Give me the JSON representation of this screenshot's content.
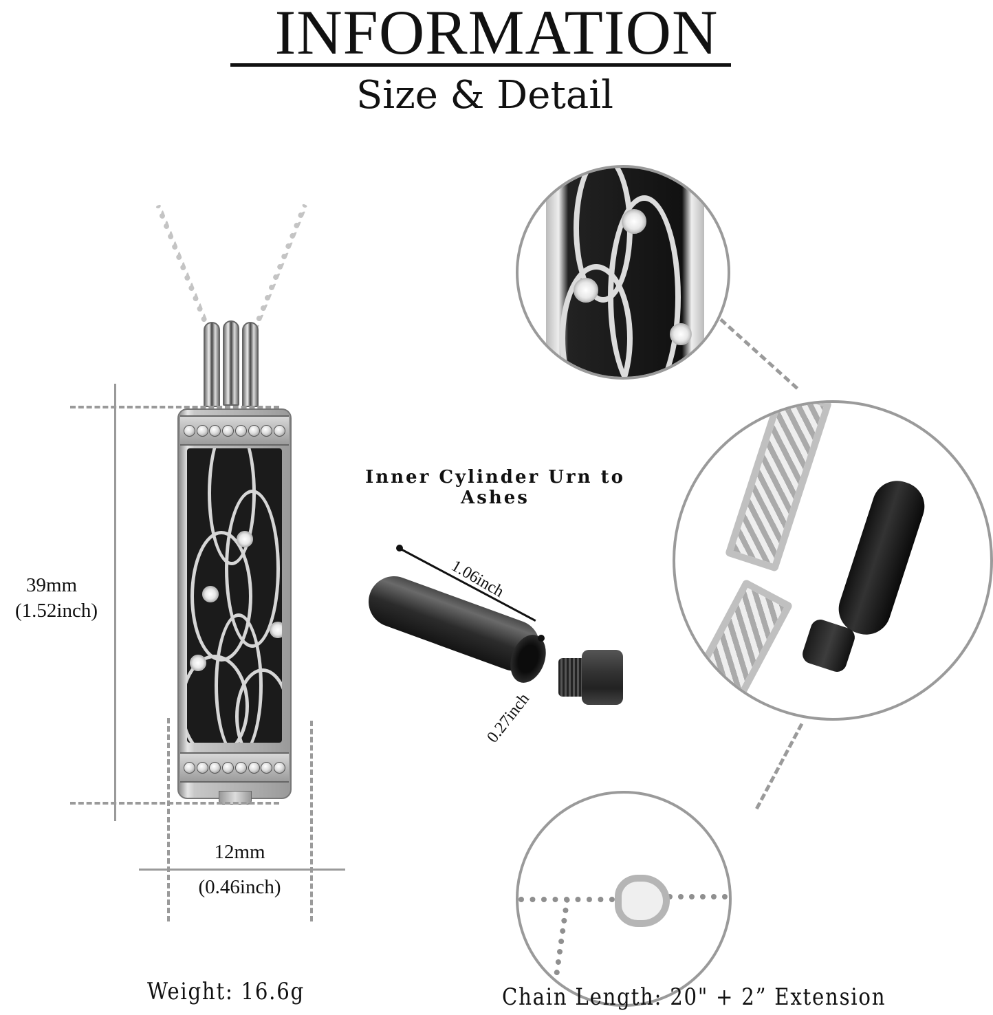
{
  "header": {
    "title": "INFORMATION",
    "subtitle": "Size & Detail"
  },
  "pendant": {
    "height_mm": "39mm",
    "height_inch": "(1.52inch)",
    "width_mm": "12mm",
    "width_inch": "(0.46inch)"
  },
  "inner_cylinder": {
    "caption": "Inner Cylinder Urn to Ashes",
    "length": "1.06inch",
    "diameter": "0.27inch"
  },
  "detail_views": [
    {
      "name": "tree-of-life-closeup",
      "description": "Close-up of tree of life filigree with crystals"
    },
    {
      "name": "opened-locket",
      "description": "Opened pendant with removable black inner cylinder and cap"
    },
    {
      "name": "lobster-clasp",
      "description": "Lobster clasp with extension chain"
    }
  ],
  "footer": {
    "weight": "Weight: 16.6g",
    "chain_length": "Chain Length: 20\" +  2”  Extension"
  },
  "colors": {
    "text": "#111111",
    "guide_gray": "#9a9a9a",
    "background": "#ffffff"
  }
}
